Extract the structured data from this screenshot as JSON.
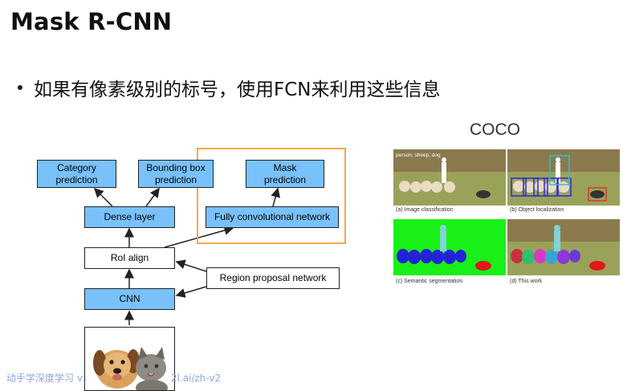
{
  "slide": {
    "title": "Mask R-CNN",
    "bullet": "如果有像素级别的标号，使用FCN来利用这些信息",
    "footer_left": "动手学深度学习 v",
    "footer_right": "2l.ai/zh-v2"
  },
  "diagram": {
    "category_prediction": "Category\nprediction",
    "bbox_prediction": "Bounding box\nprediction",
    "mask_prediction": "Mask\nprediction",
    "dense_layer": "Dense layer",
    "fcn": "Fully convolutional network",
    "roi_align": "RoI align",
    "rpn": "Region proposal network",
    "cnn": "CNN",
    "highlight_color": "#f5a84a",
    "box_color": "#79c1fb"
  },
  "coco": {
    "label": "COCO",
    "overlay_text": "person, sheep, dog",
    "captions": [
      "(a) Image classification",
      "(b) Object localization",
      "(c) Semantic segmentation",
      "(d) This work"
    ]
  }
}
